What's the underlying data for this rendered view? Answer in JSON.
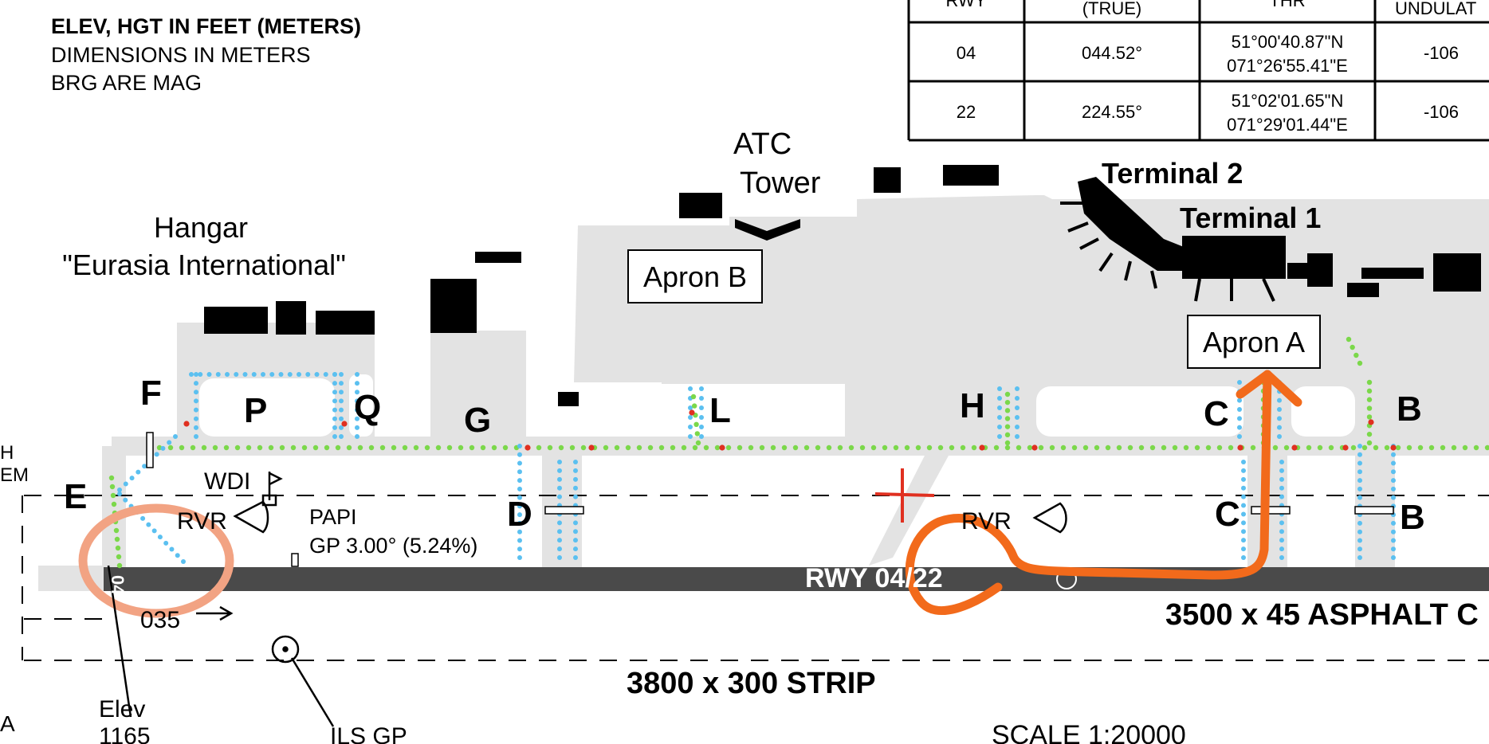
{
  "notes": {
    "line1": "ELEV, HGT IN FEET (METERS)",
    "line2": "DIMENSIONS IN METERS",
    "line3": "BRG ARE MAG"
  },
  "table": {
    "headers": [
      "RWY",
      "(TRUE)",
      "THR",
      "UNDULAT"
    ],
    "rows": [
      {
        "rwy": "04",
        "brg": "044.52°",
        "thr_lat": "51°00'40.87\"N",
        "thr_lon": "071°26'55.41\"E",
        "und": "-106"
      },
      {
        "rwy": "22",
        "brg": "224.55°",
        "thr_lat": "51°02'01.65\"N",
        "thr_lon": "071°29'01.44\"E",
        "und": "-106"
      }
    ]
  },
  "labels": {
    "atc_line1": "ATC",
    "atc_line2": "Tower",
    "terminal2": "Terminal 2",
    "terminal1": "Terminal 1",
    "hangar_line1": "Hangar",
    "hangar_line2": "\"Eurasia International\"",
    "apron_b": "Apron B",
    "apron_a": "Apron A",
    "wdi": "WDI",
    "rvr_left": "RVR",
    "rvr_right": "RVR",
    "papi_line1": "PAPI",
    "papi_line2": "GP 3.00° (5.24%)",
    "runway": "RWY 04/22",
    "rwy_end": "04",
    "runway_dims": "3500 x 45 ASPHALT C",
    "strip_dims": "3800 x 300 STRIP",
    "scale": "SCALE 1:20000",
    "elev_line1": "Elev",
    "elev_line2": "1165",
    "ils_gp": "ILS GP",
    "heading": "035",
    "edge_left_1": "H",
    "edge_left_2": "EM",
    "edge_left_3": "A"
  },
  "taxiways": {
    "f": "F",
    "p": "P",
    "q": "Q",
    "g": "G",
    "l": "L",
    "h": "H",
    "c_top": "C",
    "b_top": "B",
    "e": "E",
    "d": "D",
    "c_bot": "C",
    "b_bot": "B"
  },
  "colors": {
    "pavement": "#e3e3e3",
    "runway": "#4a4a4a",
    "building": "#000000",
    "taxi_edge_light": "#5bc0f0",
    "taxi_center_light": "#7bd84a",
    "stop_light": "#e03020",
    "annotation_route": "#f26a1b",
    "annotation_circle": "#f2a383",
    "cross_mark": "#e03020"
  }
}
